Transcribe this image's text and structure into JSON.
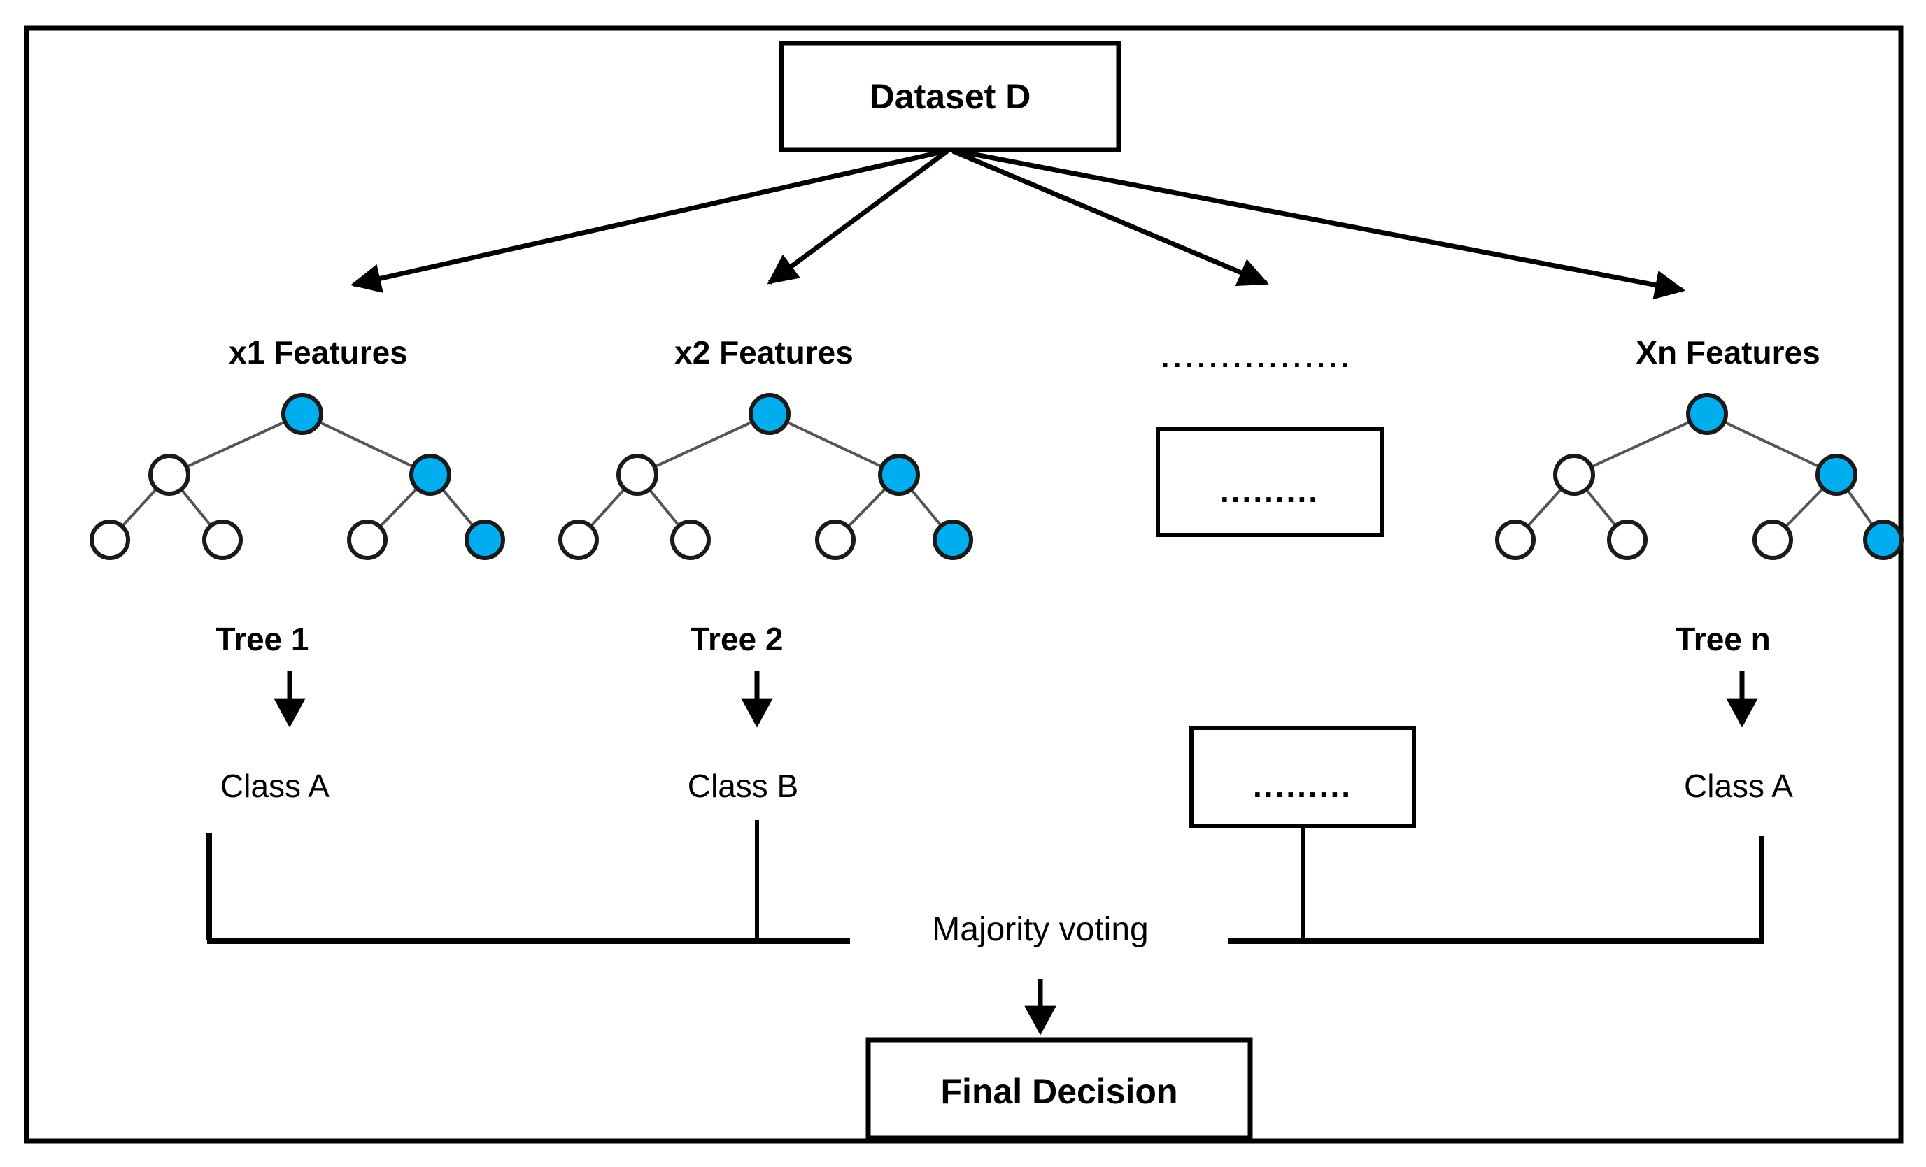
{
  "figure": {
    "title_box": "Dataset D",
    "final_box": "Final Decision",
    "voting_label": "Majority voting",
    "ellipsis_top": "................",
    "ellipsis_box_mid": ".........",
    "ellipsis_box_low": ".........",
    "accent_blue": "#00AEEF",
    "node_stroke": "#1a1a1a",
    "edge_color": "#555555",
    "frame_color": "#000000",
    "background": "#ffffff"
  },
  "branches": [
    {
      "id": "branch-1",
      "feature_label": "x1 Features",
      "tree_label": "Tree 1",
      "class_label": "Class A",
      "has_tree": true
    },
    {
      "id": "branch-2",
      "feature_label": "x2 Features",
      "tree_label": "Tree 2",
      "class_label": "Class B",
      "has_tree": true
    },
    {
      "id": "branch-ellipsis",
      "feature_label": "................",
      "tree_label": "",
      "class_label": ".........",
      "has_tree": false
    },
    {
      "id": "branch-n",
      "feature_label": "Xn Features",
      "tree_label": "Tree n",
      "class_label": "Class A",
      "has_tree": true
    }
  ],
  "tree_structure": {
    "description": "binary decision tree, depth 3",
    "nodes": [
      {
        "id": "root",
        "level": 0,
        "fill": "blue"
      },
      {
        "id": "left",
        "level": 1,
        "fill": "white"
      },
      {
        "id": "right",
        "level": 1,
        "fill": "blue"
      },
      {
        "id": "leaf-1",
        "level": 2,
        "fill": "white"
      },
      {
        "id": "leaf-2",
        "level": 2,
        "fill": "white"
      },
      {
        "id": "leaf-3",
        "level": 2,
        "fill": "white"
      },
      {
        "id": "leaf-4",
        "level": 2,
        "fill": "blue"
      }
    ]
  }
}
